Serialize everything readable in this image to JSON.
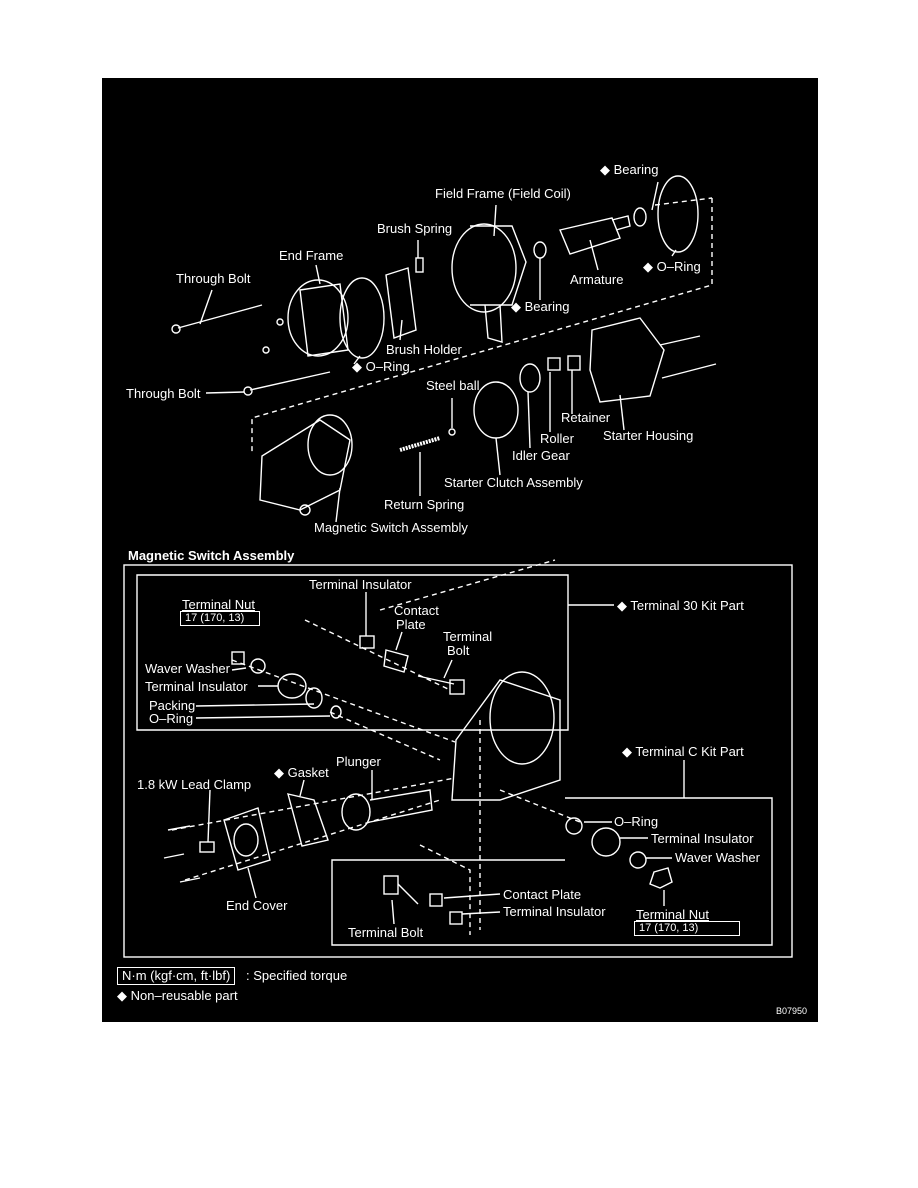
{
  "labels": {
    "bearing_top": "◆ Bearing",
    "field_frame": "Field Frame (Field Coil)",
    "brush_spring": "Brush Spring",
    "end_frame": "End Frame",
    "through_bolt_1": "Through Bolt",
    "armature": "Armature",
    "o_ring_top": "◆ O–Ring",
    "bearing_mid": "◆ Bearing",
    "brush_holder": "Brush Holder",
    "o_ring_mid": "◆ O–Ring",
    "through_bolt_2": "Through Bolt",
    "steel_ball": "Steel ball",
    "retainer": "Retainer",
    "roller": "Roller",
    "starter_housing": "Starter Housing",
    "idler_gear": "Idler Gear",
    "starter_clutch": "Starter Clutch Assembly",
    "return_spring": "Return Spring",
    "magnetic_switch": "Magnetic Switch Assembly",
    "section_title": "Magnetic Switch Assembly",
    "terminal_insulator_top": "Terminal Insulator",
    "terminal_nut_top": "Terminal Nut",
    "torque_top": "17 (170, 13)",
    "contact_plate_top_1": "Contact",
    "contact_plate_top_2": "Plate",
    "terminal_bolt_top_1": "Terminal",
    "terminal_bolt_top_2": "Bolt",
    "kit30": "◆ Terminal 30 Kit Part",
    "waver_washer_left": "Waver Washer",
    "terminal_insulator_left": "Terminal Insulator",
    "packing": "Packing",
    "o_ring_left": "O–Ring",
    "plunger": "Plunger",
    "gasket": "◆ Gasket",
    "lead_clamp": "1.8 kW Lead Clamp",
    "kitc": "◆ Terminal C Kit Part",
    "o_ring_right": "O–Ring",
    "terminal_insulator_right": "Terminal Insulator",
    "waver_washer_right": "Waver Washer",
    "end_cover": "End Cover",
    "contact_plate_bottom": "Contact Plate",
    "terminal_insulator_bottom": "Terminal Insulator",
    "terminal_nut_bottom": "Terminal Nut",
    "torque_bottom": "17 (170, 13)",
    "terminal_bolt_bottom": "Terminal Bolt",
    "legend_units": "N·m (kgf·cm, ft·lbf)",
    "legend_torque": ": Specified torque",
    "legend_nonreusable": "◆ Non–reusable part",
    "figure_code": "B07950"
  }
}
